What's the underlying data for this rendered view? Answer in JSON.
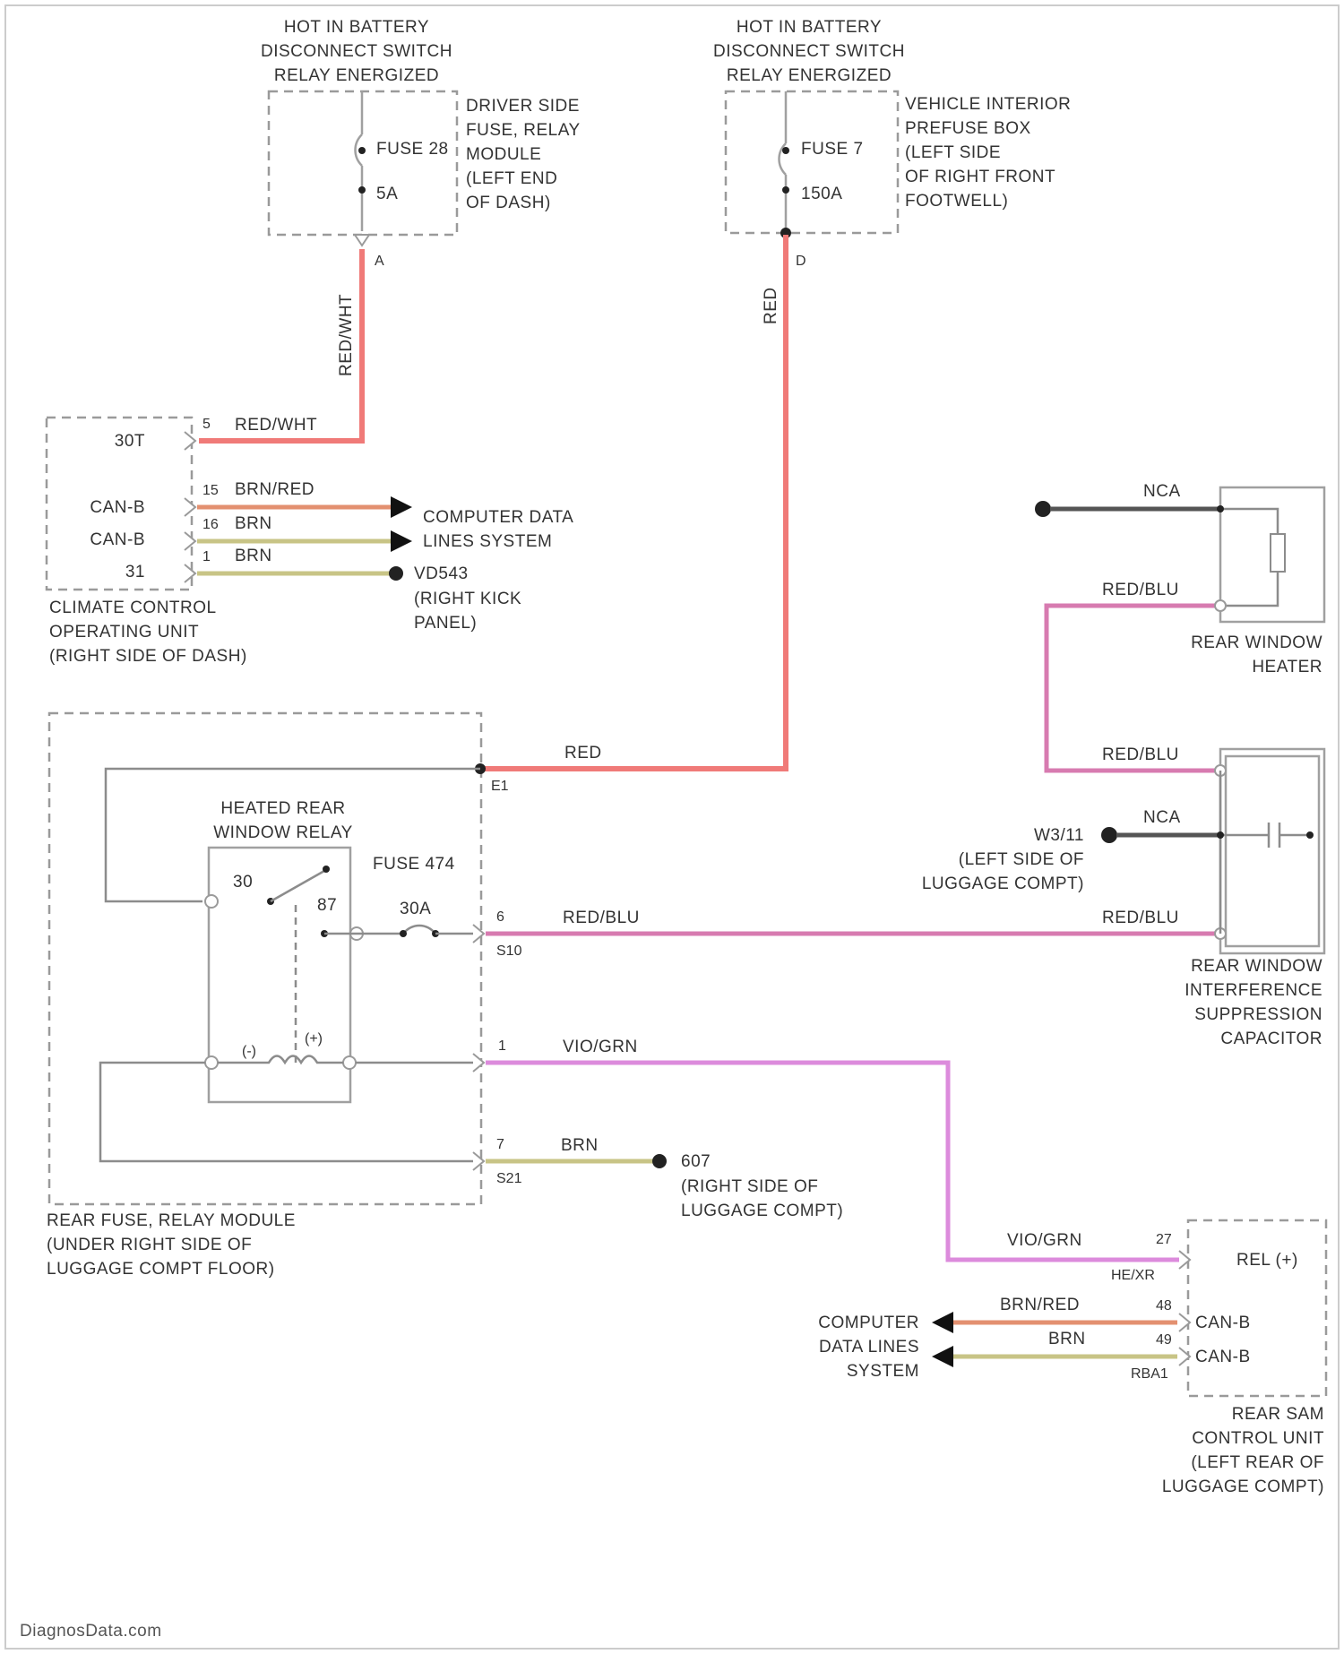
{
  "title": "",
  "top_labels": {
    "hot_left": [
      "HOT IN BATTERY",
      "DISCONNECT SWITCH",
      "RELAY ENERGIZED"
    ],
    "hot_right": [
      "HOT IN BATTERY",
      "DISCONNECT SWITCH",
      "RELAY ENERGIZED"
    ]
  },
  "fuse_left": {
    "name": "FUSE 28",
    "rating": "5A",
    "pin": "A"
  },
  "fuse_right": {
    "name": "FUSE 7",
    "rating": "150A",
    "pin": "D"
  },
  "driver_fuse_module": [
    "DRIVER SIDE",
    "FUSE, RELAY",
    "MODULE",
    "(LEFT END",
    "OF DASH)"
  ],
  "interior_prefuse_box": [
    "VEHICLE INTERIOR",
    "PREFUSE BOX",
    "(LEFT SIDE",
    "OF RIGHT FRONT",
    "FOOTWELL)"
  ],
  "wire_colors": {
    "red_wht": "RED/WHT",
    "red": "RED",
    "brn_red": "BRN/RED",
    "brn": "BRN",
    "red_blu": "RED/BLU",
    "vio_grn": "VIO/GRN",
    "nca": "NCA"
  },
  "climate": {
    "pins": {
      "p30t": "30T",
      "canb1": "CAN-B",
      "canb2": "CAN-B",
      "p31": "31"
    },
    "pin_numbers": [
      "5",
      "15",
      "16",
      "1"
    ],
    "ground": [
      "VD543",
      "(RIGHT KICK",
      "PANEL)"
    ],
    "data_lines": [
      "COMPUTER DATA",
      "LINES SYSTEM"
    ],
    "name": [
      "CLIMATE CONTROL",
      "OPERATING UNIT",
      "(RIGHT SIDE OF DASH)"
    ]
  },
  "rear_module": {
    "relay_name": [
      "HEATED REAR",
      "WINDOW RELAY"
    ],
    "fuse": "FUSE 474",
    "fuse_rating": "30A",
    "relay_pins": {
      "p30": "30",
      "p87": "87",
      "neg": "(-)",
      "pos": "(+)"
    },
    "connectors": {
      "e1": "E1",
      "s10": "S10",
      "s21": "S21"
    },
    "pin_numbers": {
      "p6": "6",
      "p1": "1",
      "p7": "7"
    },
    "ground": [
      "607",
      "(RIGHT SIDE OF",
      "LUGGAGE COMPT)"
    ],
    "name": [
      "REAR FUSE, RELAY MODULE",
      "(UNDER RIGHT SIDE OF",
      "LUGGAGE COMPT FLOOR)"
    ]
  },
  "rear_window_heater": [
    "REAR WINDOW",
    "HEATER"
  ],
  "capacitor": {
    "ground": [
      "W3/11",
      "(LEFT SIDE OF",
      "LUGGAGE COMPT)"
    ],
    "name": [
      "REAR WINDOW",
      "INTERFERENCE",
      "SUPPRESSION",
      "CAPACITOR"
    ]
  },
  "rear_sam": {
    "pin27": "27",
    "pin48": "48",
    "pin49": "49",
    "connector_a": "HE/XR",
    "connector_b": "RBA1",
    "rel": "REL (+)",
    "can1": "CAN-B",
    "can2": "CAN-B",
    "data_lines": [
      "COMPUTER",
      "DATA LINES",
      "SYSTEM"
    ],
    "name": [
      "REAR SAM",
      "CONTROL UNIT",
      "(LEFT REAR OF",
      "LUGGAGE COMPT)"
    ]
  },
  "watermark": "DiagnosData.com"
}
